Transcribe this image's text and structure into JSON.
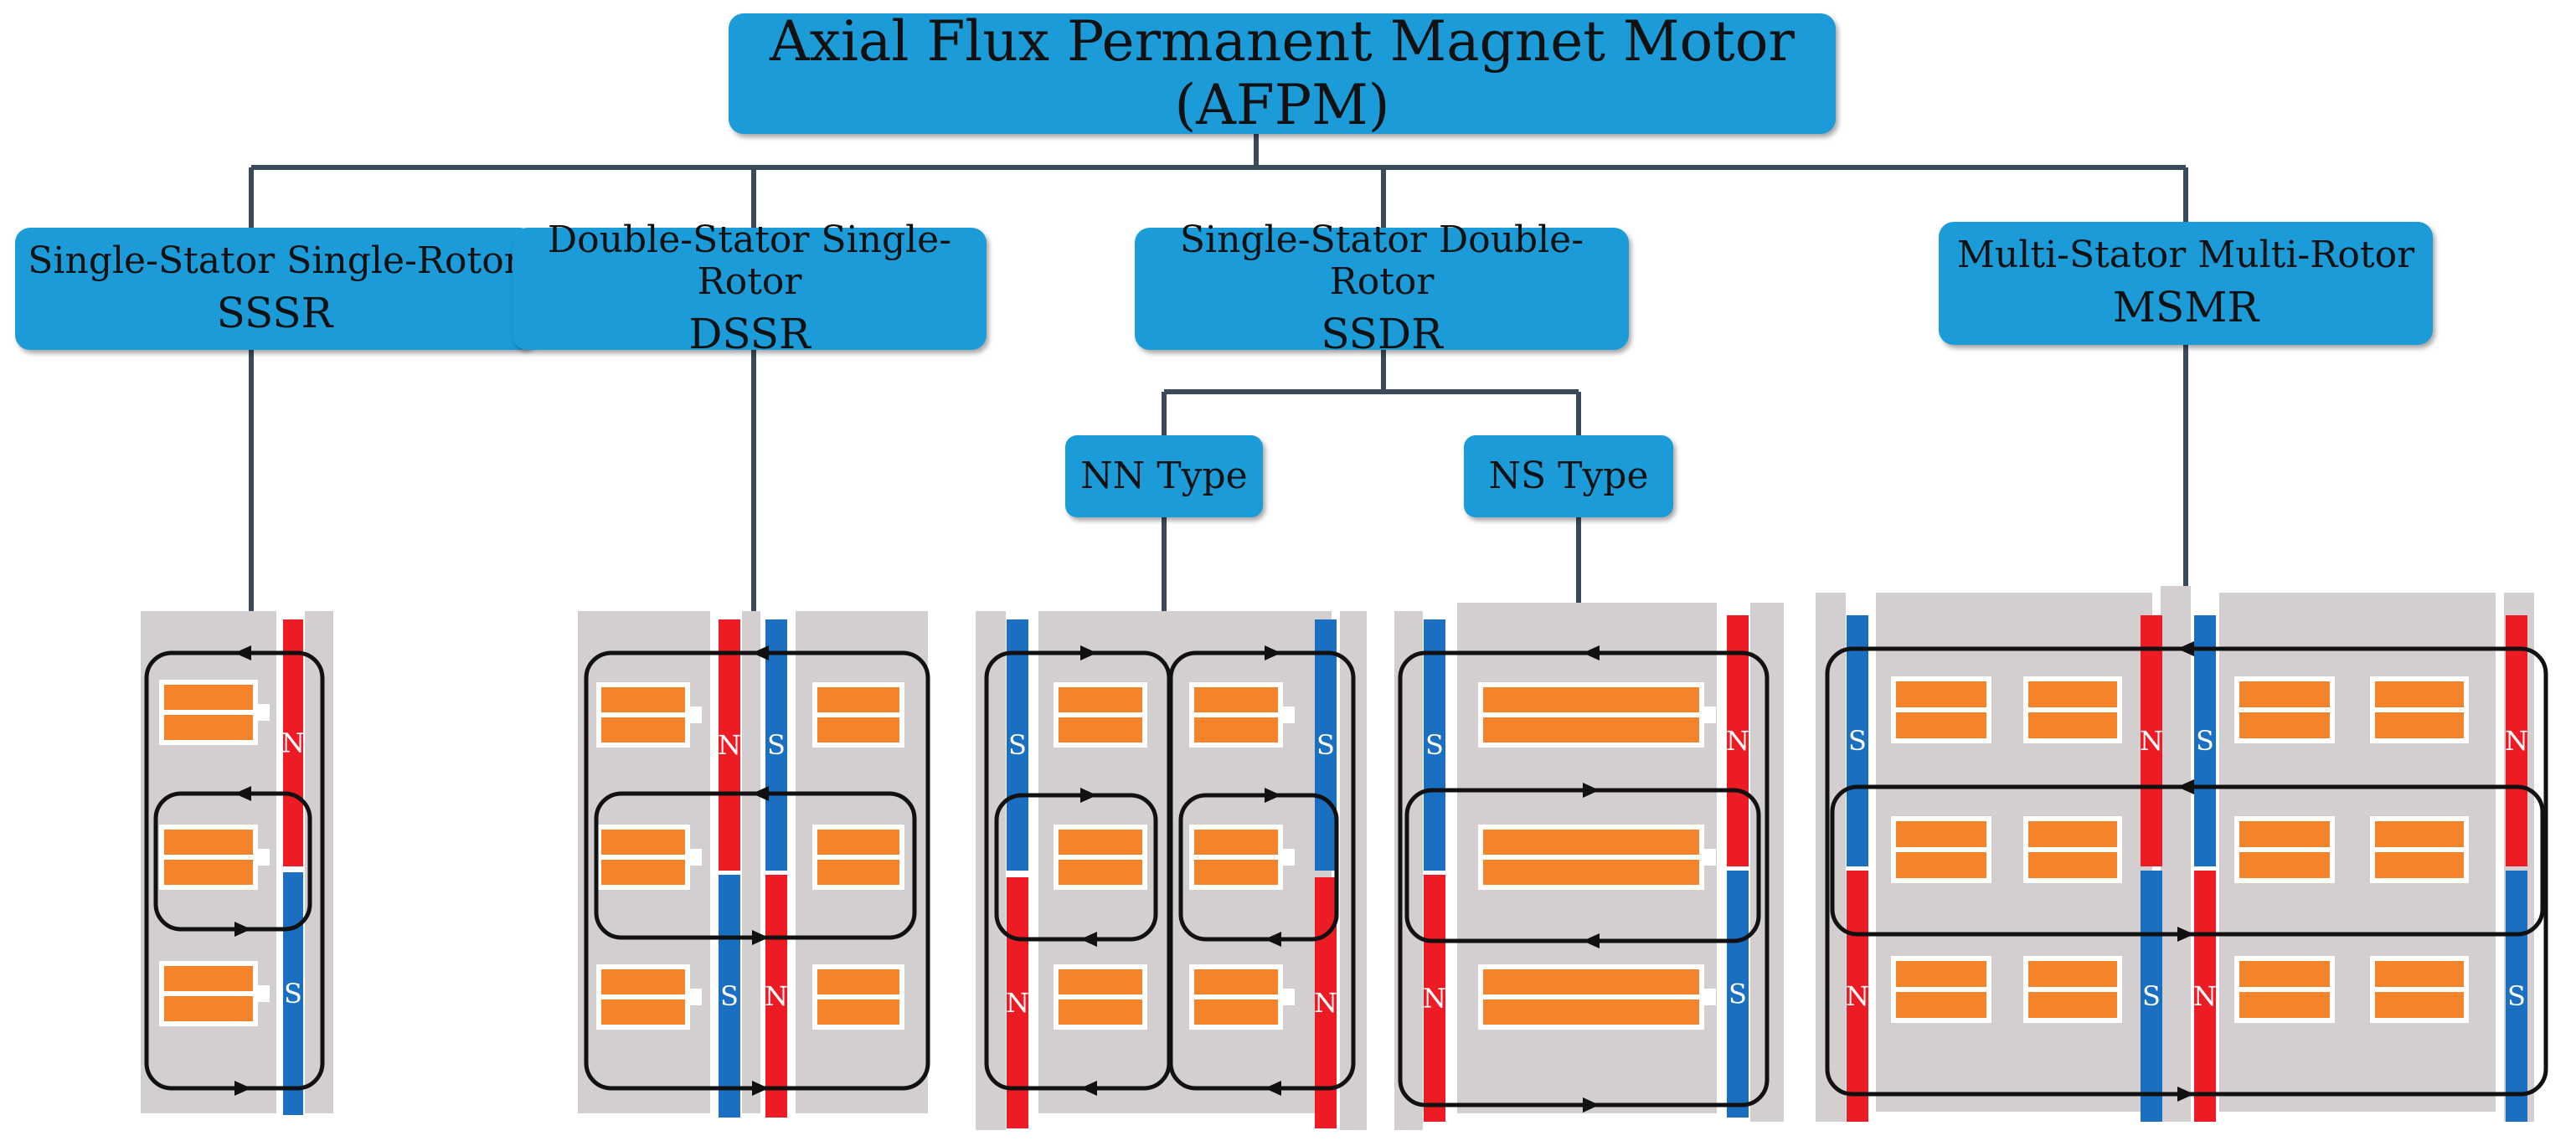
{
  "root": {
    "title": "Axial Flux Permanent Magnet Motor (AFPM)"
  },
  "categories": [
    {
      "id": "sssr",
      "line1": "Single-Stator Single-Rotor",
      "line2": "SSSR"
    },
    {
      "id": "dssr",
      "line1": "Double-Stator Single-Rotor",
      "line2": "DSSR"
    },
    {
      "id": "ssdr",
      "line1": "Single-Stator Double-Rotor",
      "line2": "SSDR"
    },
    {
      "id": "msmr",
      "line1": "Multi-Stator Multi-Rotor",
      "line2": "MSMR"
    }
  ],
  "ssdr_types": [
    {
      "id": "nn",
      "label": "NN Type"
    },
    {
      "id": "ns",
      "label": "NS Type"
    }
  ],
  "pole_labels": {
    "north": "N",
    "south": "S"
  },
  "colors": {
    "box": "#1B9BD8",
    "connector": "#3a4a5c",
    "core": "#d3cfd0",
    "coil": "#f5832a",
    "magnet_north": "#ed1c24",
    "magnet_south": "#1a6fc0",
    "flux_line": "#111111"
  }
}
